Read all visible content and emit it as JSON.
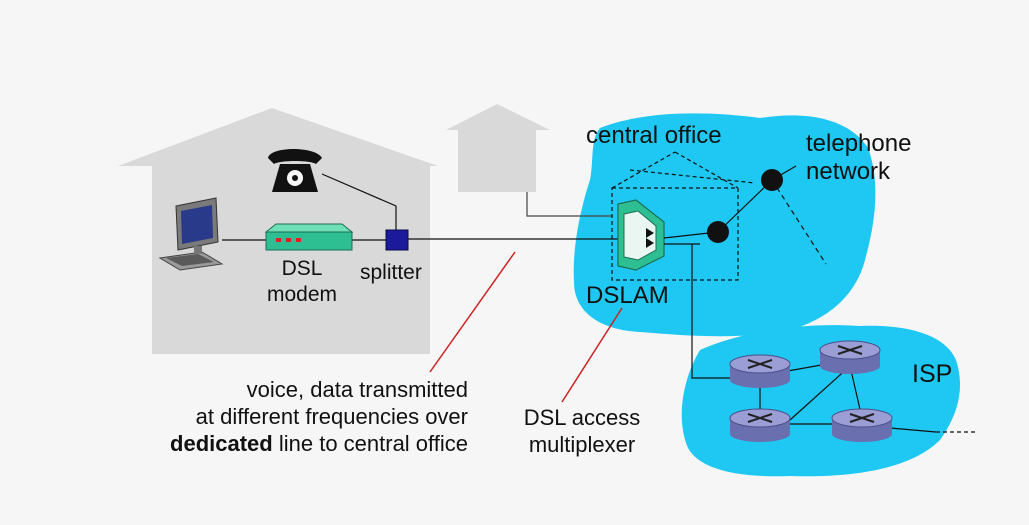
{
  "labels": {
    "central_office": "central office",
    "telephone": "telephone",
    "network": "network",
    "dsl": "DSL",
    "modem": "modem",
    "splitter": "splitter",
    "dslam": "DSLAM",
    "isp": "ISP"
  },
  "captions": {
    "line_caption": {
      "line1": "voice, data transmitted",
      "line2": "at different frequencies over",
      "line3_bold": "dedicated",
      "line3_rest": " line to central office"
    },
    "dslam_caption": {
      "line1": "DSL access",
      "line2": "multiplexer"
    }
  },
  "colors": {
    "background": "#f6f6f6",
    "house": "#d9d9d9",
    "cloud": "#1ec8f2",
    "modem": "#2dbf91",
    "splitter": "#1a1a9a",
    "router": "#8a8ec8",
    "pointer": "#cc2222"
  }
}
